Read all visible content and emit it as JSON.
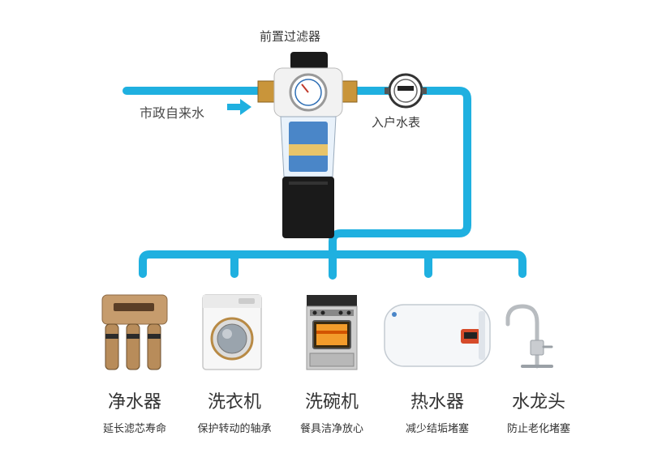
{
  "filter": {
    "label": "前置过滤器"
  },
  "supply": {
    "label": "市政自来水"
  },
  "meter": {
    "label": "入户水表"
  },
  "appliances": [
    {
      "name": "净水器",
      "desc": "延长滤芯寿命",
      "icon": "water-purifier-icon"
    },
    {
      "name": "洗衣机",
      "desc": "保护转动的轴承",
      "icon": "washing-machine-icon"
    },
    {
      "name": "洗碗机",
      "desc": "餐具洁净放心",
      "icon": "dishwasher-icon"
    },
    {
      "name": "热水器",
      "desc": "减少结垢堵塞",
      "icon": "water-heater-icon"
    },
    {
      "name": "水龙头",
      "desc": "防止老化堵塞",
      "icon": "faucet-icon"
    }
  ],
  "colors": {
    "pipe": "#1fb0e0",
    "brass": "#c9953a",
    "filter_dark": "#1a1a1a",
    "housing_blue": "#4a86c8"
  }
}
